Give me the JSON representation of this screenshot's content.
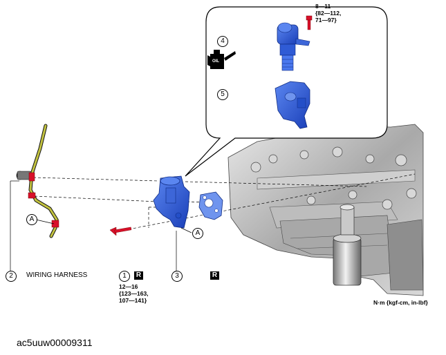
{
  "callouts": {
    "c1": "1",
    "c2": "2",
    "c3": "3",
    "c4": "4",
    "c5": "5",
    "a1": "A",
    "a2": "A"
  },
  "labels": {
    "wiring_harness": "WIRING HARNESS",
    "r_mark": "R",
    "oil": "OIL",
    "units": "N·m {kgf-cm, in-lbf}",
    "figure_id": "ac5uuw00009311"
  },
  "torque_bolt_detail": {
    "line1": "8—11",
    "line2": "{82—112,",
    "line3": "71—97}"
  },
  "torque_bolt_main": {
    "line1": "12—16",
    "line2": "{123—163,",
    "line3": "107—141}"
  },
  "colors": {
    "part_blue": "#1f4fd0",
    "part_blue_light": "#4a78ee",
    "fastener_red": "#d8102a",
    "harness_yellow": "#b8b82a",
    "engine_gray": "#9a9a9a"
  }
}
